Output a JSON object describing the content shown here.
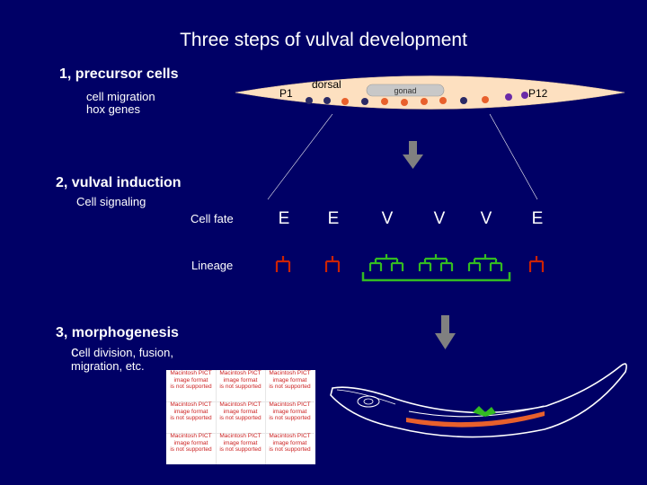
{
  "title": "Three steps of vulval development",
  "steps": {
    "step1": {
      "heading": "1, precursor cells",
      "details": [
        "cell migration",
        "hox genes"
      ]
    },
    "step2": {
      "heading": "2, vulval induction",
      "details": [
        "Cell signaling"
      ]
    },
    "step3": {
      "heading": "3, morphogenesis",
      "details": [
        "cell division, fusion,",
        "migration, etc."
      ]
    }
  },
  "labels": {
    "cell_fate": "Cell fate",
    "lineage": "Lineage",
    "dorsal": "dorsal",
    "gonad": "gonad",
    "p1": "P1",
    "p12": "P12"
  },
  "cell_fates": [
    "E",
    "E",
    "V",
    "V",
    "V",
    "E"
  ],
  "placeholder_text": [
    "Macintosh PICT",
    "image format",
    "is not supported"
  ],
  "colors": {
    "background": "#000066",
    "body_band": "#fde0c0",
    "gonad": "#c8c8c8",
    "cell_orange": "#e8602c",
    "cell_dark": "#2a2a66",
    "cell_purple": "#6a2aa8",
    "lineage_red": "#cc2200",
    "lineage_green": "#33bb22",
    "arrow_gray": "#808080"
  }
}
